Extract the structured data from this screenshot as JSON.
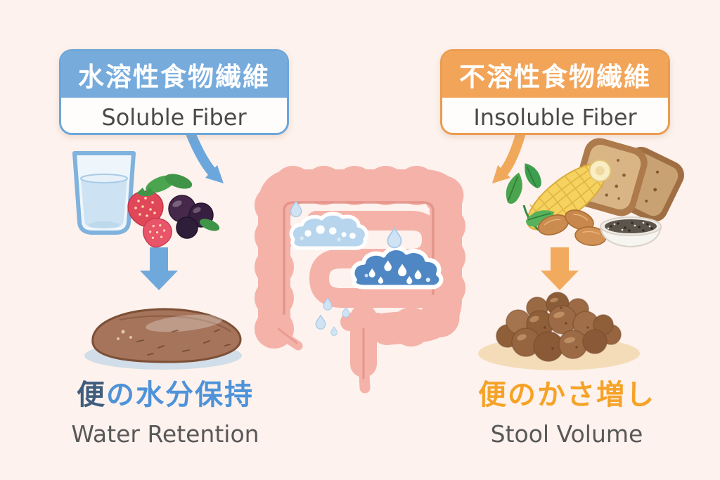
{
  "page": {
    "title": "Soluble vs Insoluble Fiber infographic",
    "background": "#fdf2ed"
  },
  "colors": {
    "soluble_accent": "#77abdc",
    "soluble_border": "#6ca6d9",
    "insoluble_accent": "#f2a458",
    "insoluble_border": "#eb9c4e",
    "soluble_result_text": "#4e93d9",
    "soluble_result_text_dark": "#3f5d7d",
    "insoluble_result_text": "#f5a328",
    "english_text": "#585858",
    "intestine_pink": "#f5b2a9",
    "intestine_outline": "#e08f86",
    "gel_light_blue": "#b7d5ed",
    "gel_dark_blue": "#4e87c4",
    "arrow_blue": "#6fa9dc",
    "arrow_orange": "#f2ab5e"
  },
  "soluble": {
    "header_jp": "水溶性食物繊維",
    "header_en": "Soluble Fiber",
    "result_jp_first": "便",
    "result_jp_rest": "の水分保持",
    "result_en": "Water Retention",
    "foods": [
      "water glass",
      "strawberries",
      "dark berries"
    ]
  },
  "insoluble": {
    "header_jp": "不溶性食物繊維",
    "header_en": "Insoluble Fiber",
    "result_jp": "便のかさ増し",
    "result_en": "Stool Volume",
    "foods": [
      "green leaves",
      "corn cob",
      "whole grain bread",
      "almonds",
      "chia seed bowl"
    ]
  },
  "center": {
    "illustration": "large intestine with small intestine coils, soluble gel blob, insoluble bulk blob, water droplets"
  }
}
